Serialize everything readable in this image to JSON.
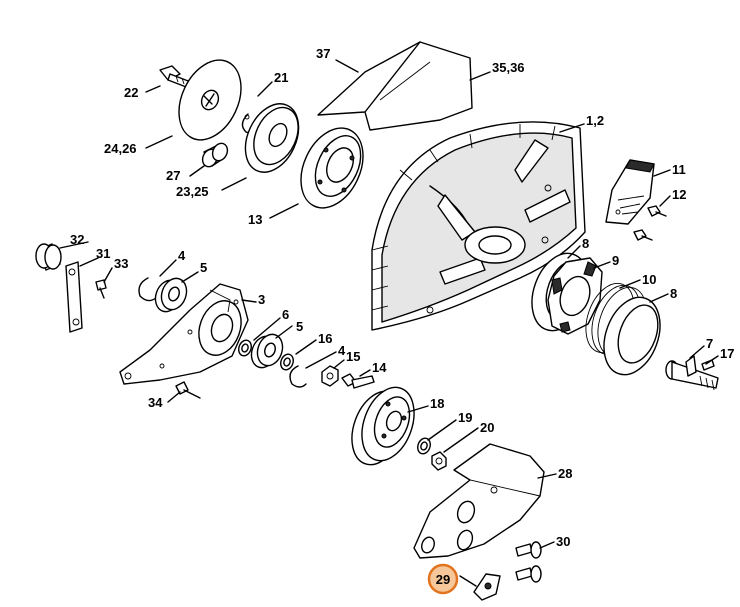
{
  "diagram": {
    "labels": {
      "l1": "1,2",
      "l3": "3",
      "l4a": "4",
      "l4b": "4",
      "l5": "5",
      "l6": "6",
      "l7": "7",
      "l8a": "8",
      "l8b": "8",
      "l9": "9",
      "l10": "10",
      "l11": "11",
      "l12": "12",
      "l13": "13",
      "l14": "14",
      "l15": "15",
      "l16": "16",
      "l17": "17",
      "l18": "18",
      "l19": "19",
      "l20": "20",
      "l21": "21",
      "l22": "22",
      "l23": "23,25",
      "l24": "24,26",
      "l27": "27",
      "l28": "28",
      "l29": "29",
      "l30": "30",
      "l31": "31",
      "l32": "32",
      "l33": "33",
      "l34": "34",
      "l35": "35,36",
      "l37": "37"
    },
    "highlighted_part": "29",
    "highlight_color": "#e2731f"
  }
}
